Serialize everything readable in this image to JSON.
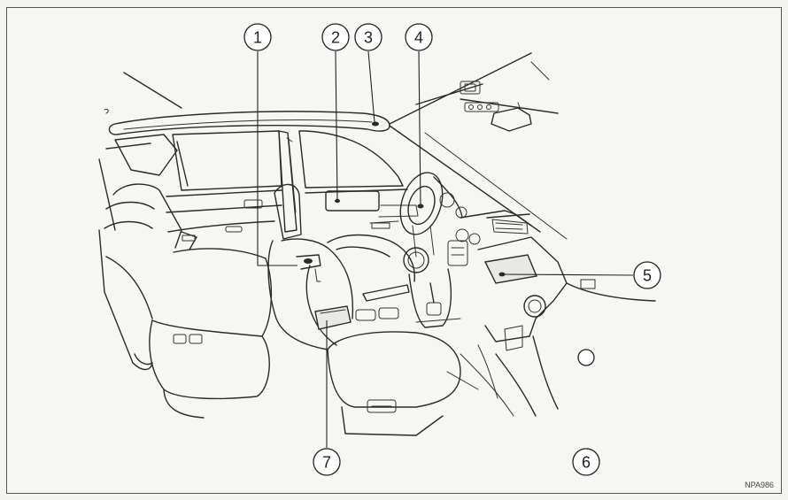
{
  "callouts": [
    {
      "id": "c1",
      "label": "1"
    },
    {
      "id": "c2",
      "label": "2"
    },
    {
      "id": "c3",
      "label": "3"
    },
    {
      "id": "c4",
      "label": "4"
    },
    {
      "id": "c5",
      "label": "5"
    },
    {
      "id": "c6",
      "label": "6"
    },
    {
      "id": "c7",
      "label": "7"
    }
  ],
  "figure_code": "NPA986",
  "colors": {
    "line": "#2a2a2a",
    "background": "#f6f6f3",
    "callout_fill": "#ffffff"
  }
}
